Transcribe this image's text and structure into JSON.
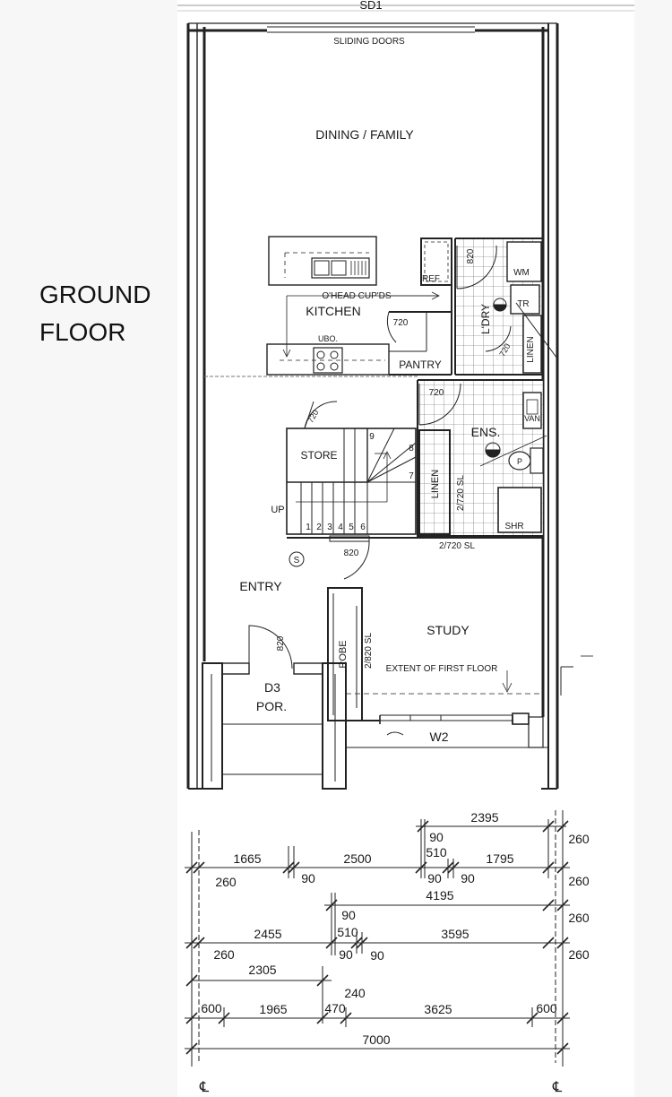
{
  "title": {
    "line1": "GROUND",
    "line2": "FLOOR"
  },
  "labels": {
    "sd1": "SD1",
    "sliding_doors": "SLIDING DOORS",
    "dining_family": "DINING / FAMILY",
    "kitchen": "KITCHEN",
    "ohead_cupds": "O'HEAD CUP'DS",
    "ubo": "UBO.",
    "pantry": "PANTRY",
    "pantry_door": "720",
    "ref": "REF",
    "laundry": "L'DRY",
    "laundry_door_top": "820",
    "laundry_door_bot": "720",
    "wm": "WM",
    "tr": "TR",
    "linen_laundry": "LINEN",
    "ens_door": "720",
    "ens": "ENS.",
    "van": "VAN",
    "shr": "SHR",
    "store": "STORE",
    "store_door": "720",
    "linen_hall": "LINEN",
    "linen_sl": "2/720 SL",
    "up": "UP",
    "study_sl": "2/720 SL",
    "entry_door": "820",
    "entry": "ENTRY",
    "study": "STUDY",
    "robe": "ROBE",
    "robe_sl": "2/820 SL",
    "extent": "EXTENT OF FIRST FLOOR",
    "front_door": "820",
    "d3": "D3",
    "por": "POR.",
    "w2": "W2",
    "s_symbol": "S"
  },
  "stairs": {
    "bottom": [
      "1",
      "2",
      "3",
      "4",
      "5",
      "6"
    ],
    "right": [
      "7",
      "8",
      "9"
    ]
  },
  "dimensions": {
    "d2395": "2395",
    "d90a": "90",
    "d510a": "510",
    "d260a": "260",
    "d1665": "1665",
    "d2500": "2500",
    "d1795": "1795",
    "d260b": "260",
    "d90b": "90",
    "d90c": "90",
    "d90d": "90",
    "d260c": "260",
    "d4195": "4195",
    "d90e": "90",
    "d260d": "260",
    "d2455": "2455",
    "d510b": "510",
    "d3595": "3595",
    "d260e": "260",
    "d90f": "90",
    "d90g": "90",
    "d260f": "260",
    "d2305": "2305",
    "d240": "240",
    "d600a": "600",
    "d1965": "1965",
    "d470": "470",
    "d3625": "3625",
    "d600b": "600",
    "d7000": "7000"
  },
  "centerline_marks": {
    "left": "℄",
    "right": "℄"
  }
}
